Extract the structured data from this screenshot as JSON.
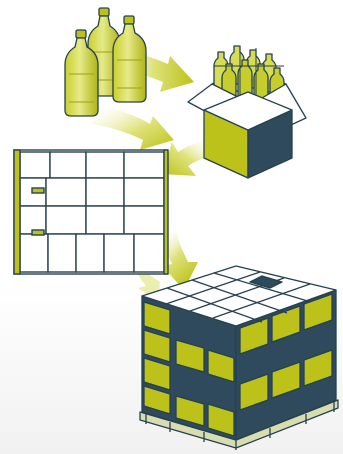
{
  "diagram": {
    "kind": "packaging-flow",
    "stages": [
      {
        "id": "bottles",
        "icon": "bottle-icon",
        "count": 3
      },
      {
        "id": "carton",
        "icon": "carton-box-icon",
        "bottles_inside": 8
      },
      {
        "id": "layer",
        "icon": "pallet-layer-icon",
        "rows": 4
      },
      {
        "id": "pallet",
        "icon": "loaded-pallet-icon",
        "stacked_rows": 4
      }
    ],
    "arrows": [
      "bottles-to-carton",
      "bottles-to-layer",
      "carton-to-layer",
      "layer-to-pallet"
    ],
    "colors": {
      "accent": "#bcc21a",
      "accent_dark": "#9aa112",
      "dark": "#2e4a5c",
      "outline": "#264150",
      "box_white": "#ffffff",
      "pallet_wood": "#d9dcae"
    }
  }
}
